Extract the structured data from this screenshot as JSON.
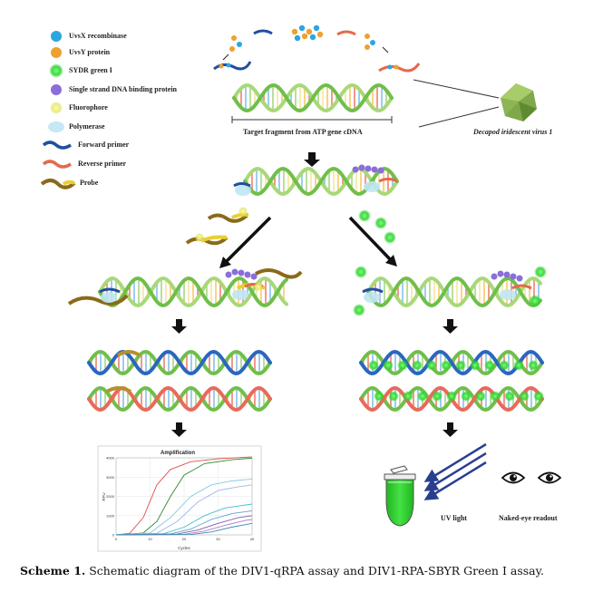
{
  "legend": [
    {
      "label": "UvsX recombinase",
      "icon": "uvsx-recombinase-icon",
      "color": "#2aa7e0"
    },
    {
      "label": "UvsY protein",
      "icon": "uvsy-protein-icon",
      "color": "#f0a030"
    },
    {
      "label": "SYDR green I",
      "icon": "sydr-green-icon",
      "color": "#3cc43c"
    },
    {
      "label": "Single strand DNA binding protein",
      "icon": "ssb-protein-icon",
      "color": "#8a6fd8"
    },
    {
      "label": "Fluorophore",
      "icon": "fluorophore-icon",
      "color": "#e4e36a"
    },
    {
      "label": "Polymerase",
      "icon": "polymerase-icon",
      "color": "#bfe6f3"
    },
    {
      "label": "Forward primer",
      "icon": "forward-primer-icon",
      "color": "#1f4fa0"
    },
    {
      "label": "Reverse primer",
      "icon": "reverse-primer-icon",
      "color": "#e56a4a"
    },
    {
      "label": "Probe",
      "icon": "probe-icon",
      "color": "#8a6a1a"
    }
  ],
  "labels": {
    "target": "Target fragment from ATP gene cDNA",
    "virus": "Decapod iridescent virus 1",
    "uv_light": "UV light",
    "readout": "Naked-eye readout"
  },
  "chart": {
    "title": "Amplification",
    "xlabel": "Cycles",
    "ylabel": "RFU"
  },
  "chart_data": {
    "type": "line",
    "title": "Amplification",
    "xlabel": "Cycles",
    "ylabel": "RFU",
    "xlim": [
      0,
      40
    ],
    "ylim": [
      0,
      4000
    ],
    "xticks": [
      0,
      10,
      20,
      30,
      40
    ],
    "yticks": [
      0,
      1000,
      2000,
      3000,
      4000
    ],
    "series": [
      {
        "color": "#e05050",
        "values": [
          [
            0,
            0
          ],
          [
            4,
            80
          ],
          [
            8,
            900
          ],
          [
            12,
            2600
          ],
          [
            16,
            3400
          ],
          [
            22,
            3800
          ],
          [
            30,
            3950
          ],
          [
            40,
            4050
          ]
        ]
      },
      {
        "color": "#2e8b2e",
        "values": [
          [
            0,
            0
          ],
          [
            8,
            100
          ],
          [
            12,
            700
          ],
          [
            16,
            2000
          ],
          [
            20,
            3100
          ],
          [
            26,
            3700
          ],
          [
            34,
            3900
          ],
          [
            40,
            3980
          ]
        ]
      },
      {
        "color": "#86c8e0",
        "values": [
          [
            0,
            0
          ],
          [
            10,
            100
          ],
          [
            16,
            900
          ],
          [
            22,
            2000
          ],
          [
            28,
            2600
          ],
          [
            34,
            2800
          ],
          [
            40,
            2900
          ]
        ]
      },
      {
        "color": "#a0b8e8",
        "values": [
          [
            0,
            0
          ],
          [
            12,
            80
          ],
          [
            18,
            700
          ],
          [
            24,
            1700
          ],
          [
            30,
            2300
          ],
          [
            36,
            2500
          ],
          [
            40,
            2600
          ]
        ]
      },
      {
        "color": "#40c0d0",
        "values": [
          [
            0,
            0
          ],
          [
            14,
            60
          ],
          [
            20,
            400
          ],
          [
            26,
            1000
          ],
          [
            32,
            1400
          ],
          [
            40,
            1600
          ]
        ]
      },
      {
        "color": "#60a0d0",
        "values": [
          [
            0,
            0
          ],
          [
            16,
            50
          ],
          [
            22,
            300
          ],
          [
            28,
            800
          ],
          [
            34,
            1100
          ],
          [
            40,
            1250
          ]
        ]
      },
      {
        "color": "#7b5ea8",
        "values": [
          [
            0,
            0
          ],
          [
            18,
            40
          ],
          [
            24,
            250
          ],
          [
            30,
            600
          ],
          [
            36,
            900
          ],
          [
            40,
            1000
          ]
        ]
      },
      {
        "color": "#b57cc7",
        "values": [
          [
            0,
            0
          ],
          [
            20,
            30
          ],
          [
            26,
            200
          ],
          [
            32,
            500
          ],
          [
            38,
            750
          ],
          [
            40,
            800
          ]
        ]
      },
      {
        "color": "#3a8fb0",
        "values": [
          [
            0,
            0
          ],
          [
            22,
            20
          ],
          [
            28,
            150
          ],
          [
            34,
            400
          ],
          [
            40,
            600
          ]
        ]
      }
    ]
  },
  "caption": {
    "bold": "Scheme 1.",
    "text": " Schematic diagram of the DIV1-qRPA assay and DIV1-RPA-SBYR Green I assay."
  }
}
